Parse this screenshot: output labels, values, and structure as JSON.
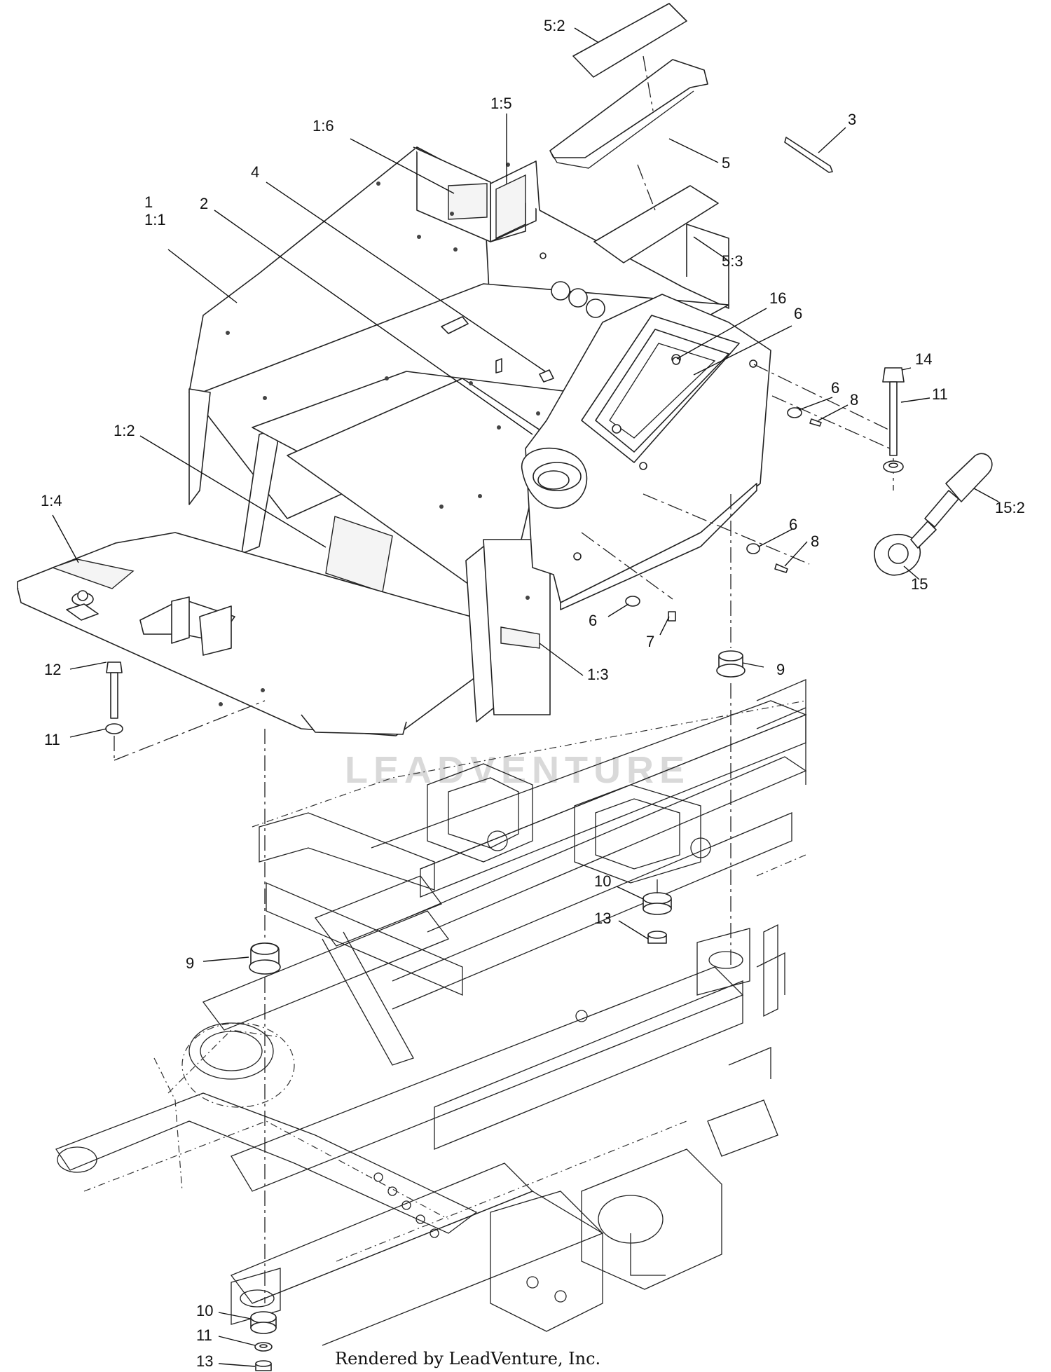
{
  "watermark": "LEADVENTURE",
  "footer": "Rendered by LeadVenture, Inc.",
  "callouts": [
    "5:2",
    "3",
    "5",
    "1:5",
    "1:6",
    "4",
    "1",
    "1:1",
    "2",
    "5:3",
    "16",
    "6",
    "14",
    "6",
    "8",
    "11",
    "1:2",
    "1:4",
    "15:2",
    "6",
    "8",
    "15",
    "6",
    "7",
    "1:3",
    "12",
    "9",
    "11",
    "9",
    "10",
    "13",
    "10",
    "11",
    "13"
  ]
}
